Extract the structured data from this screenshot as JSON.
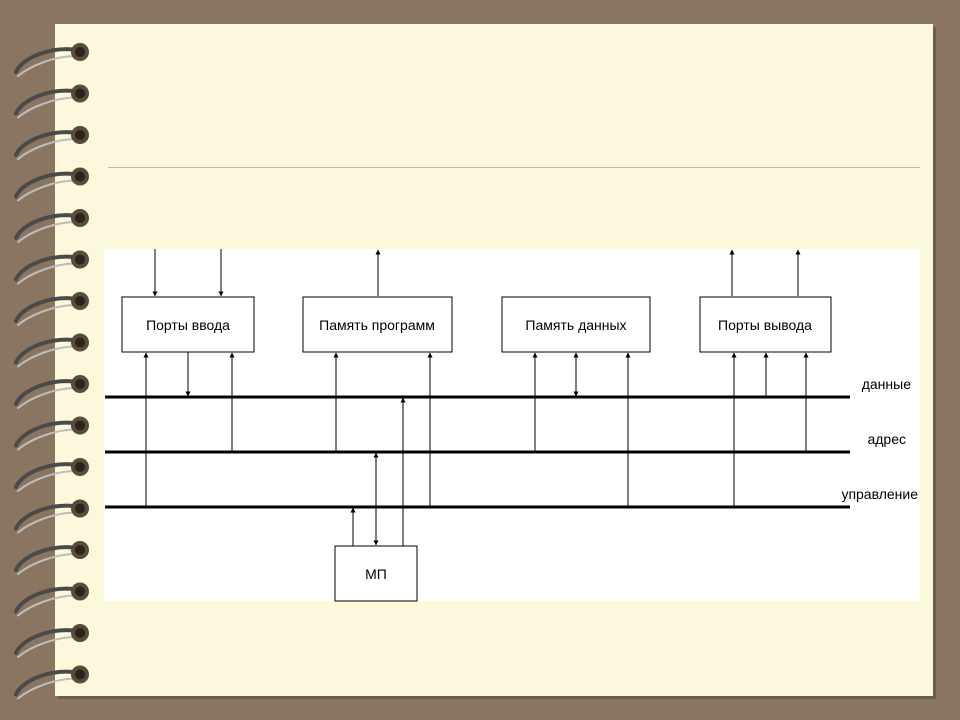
{
  "colors": {
    "background": "#8a7560",
    "page": "#fbf8dc",
    "panel": "#ffffff",
    "line": "#000000",
    "title_rule": "#c9b79a"
  },
  "diagram": {
    "blocks": {
      "input_ports": "Порты ввода",
      "program_memory": "Память программ",
      "data_memory": "Память данных",
      "output_ports": "Порты вывода",
      "mp": "МП"
    },
    "buses": {
      "data": "данные",
      "address": "адрес",
      "control": "управление"
    }
  }
}
